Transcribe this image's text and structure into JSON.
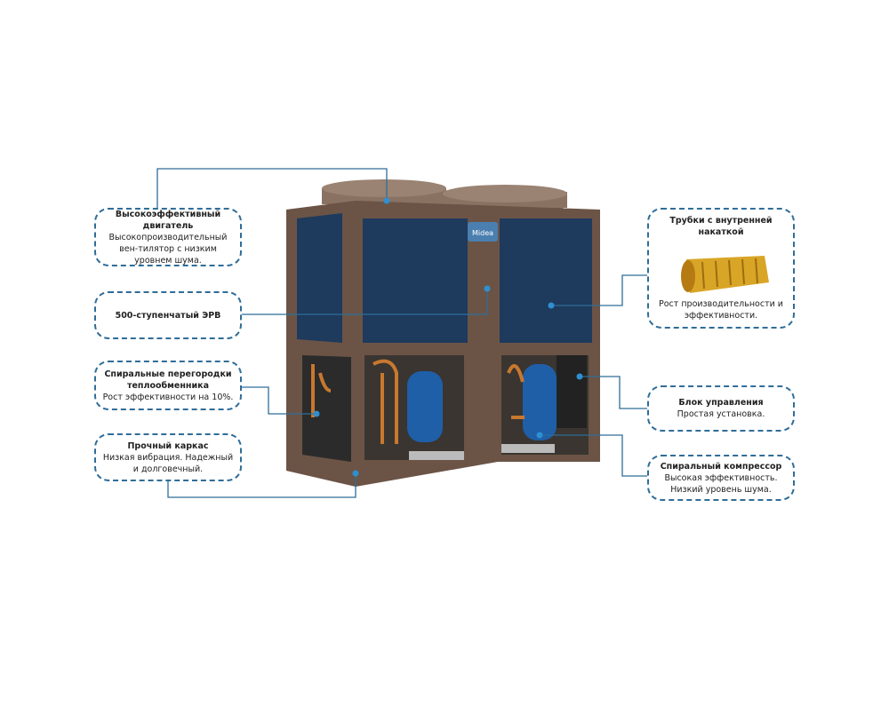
{
  "callouts": {
    "motor": {
      "title": "Высокоэффективный двигатель",
      "text": "Высокопроизводительный вен-тилятор с низким уровнем шума."
    },
    "erv": {
      "title": "500-ступенчатый ЭРВ",
      "text": ""
    },
    "baffles": {
      "title": "Спиральные перегородки теплообменника",
      "text": "Рост эффективности на 10%."
    },
    "frame": {
      "title": "Прочный каркас",
      "text": "Низкая вибрация. Надежный и долговечный."
    },
    "tubes": {
      "title": "Трубки с внутренней накаткой",
      "text": "Рост производительности и эффективности."
    },
    "control": {
      "title": "Блок управления",
      "text": "Простая установка."
    },
    "compressor": {
      "title": "Спиральный компрессор",
      "text": "Высокая эффективность. Низкий уровень шума."
    }
  },
  "brand_logo": "Midea",
  "colors": {
    "callout_border": "#2f6d98",
    "unit_frame": "#6b5446",
    "coil": "#1e3a5c",
    "compressor": "#1f5fa8",
    "copper": "#c8782f"
  }
}
